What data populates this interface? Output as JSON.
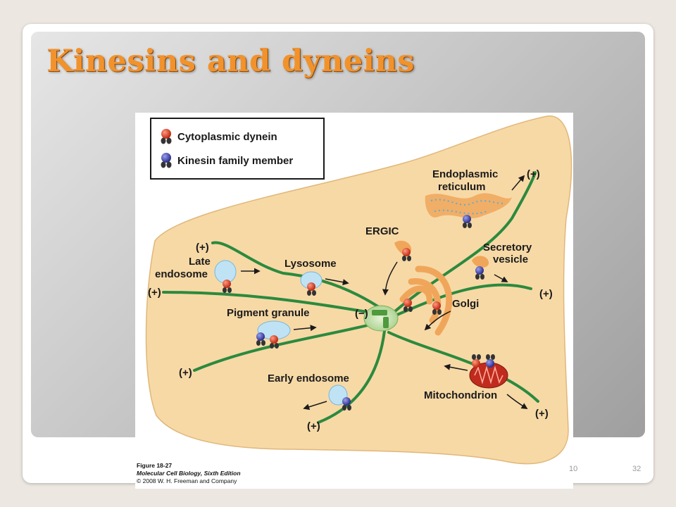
{
  "slide": {
    "title": "Kinesins and dyneins",
    "footer_date": "10",
    "page_number": "32"
  },
  "figure": {
    "legend": {
      "dynein": "Cytoplasmic dynein",
      "kinesin": "Kinesin family member"
    },
    "labels": {
      "er_line1": "Endoplasmic",
      "er_line2": "reticulum",
      "ergic": "ERGIC",
      "secretory_line1": "Secretory",
      "secretory_line2": "vesicle",
      "late_line1": "Late",
      "late_line2": "endosome",
      "lysosome": "Lysosome",
      "pigment": "Pigment granule",
      "golgi": "Golgi",
      "early": "Early endosome",
      "mito": "Mitochondrion",
      "minus_end": "(−)",
      "plus_er": "(+)",
      "plus_late_top": "(+)",
      "plus_late_bottom": "(+)",
      "plus_secretory": "(+)",
      "plus_pigment": "(+)",
      "plus_early": "(+)",
      "plus_mito": "(+)"
    },
    "caption": {
      "figure_number": "Figure 18-27",
      "book": "Molecular Cell Biology, Sixth Edition",
      "copyright": "© 2008 W. H. Freeman and Company"
    },
    "colors": {
      "cell_fill": "#f7d9a6",
      "microtubule": "#2b8a3e",
      "dynein_motor": "#d8341c",
      "kinesin_motor": "#3b3fa5",
      "vesicle": "#bfe3f5",
      "organelle_orange": "#f0a65a"
    }
  }
}
